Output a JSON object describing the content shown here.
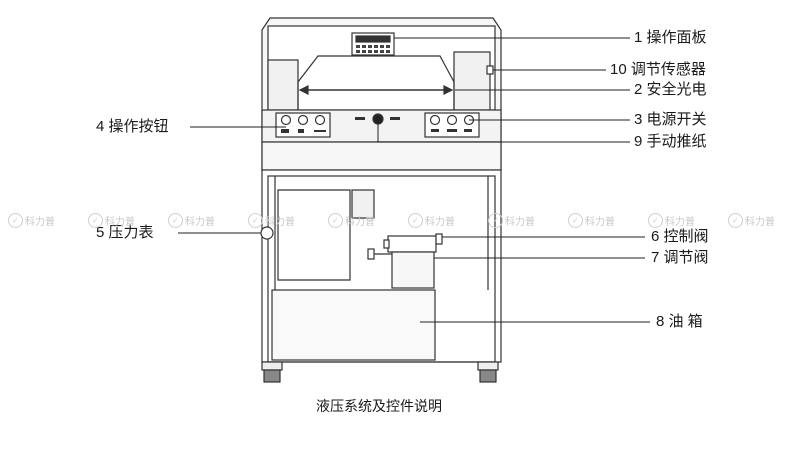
{
  "caption": "液压系统及控件说明",
  "watermark": {
    "text": "科力普",
    "repeat": 10
  },
  "labels": [
    {
      "id": "operation-panel",
      "text": "1 操作面板",
      "side": "right"
    },
    {
      "id": "adjust-sensor",
      "text": "10 调节传感器",
      "side": "right"
    },
    {
      "id": "safety-photocell",
      "text": "2 安全光电",
      "side": "right"
    },
    {
      "id": "power-switch",
      "text": "3 电源开关",
      "side": "right"
    },
    {
      "id": "manual-push-paper",
      "text": "9 手动推纸",
      "side": "right"
    },
    {
      "id": "control-valve",
      "text": "6 控制阀",
      "side": "right"
    },
    {
      "id": "regulating-valve",
      "text": "7 调节阀",
      "side": "right"
    },
    {
      "id": "oil-tank",
      "text": "8 油 箱",
      "side": "right"
    },
    {
      "id": "operation-button",
      "text": "4 操作按钮",
      "side": "left"
    },
    {
      "id": "pressure-gauge",
      "text": "5 压力表",
      "side": "left"
    }
  ]
}
